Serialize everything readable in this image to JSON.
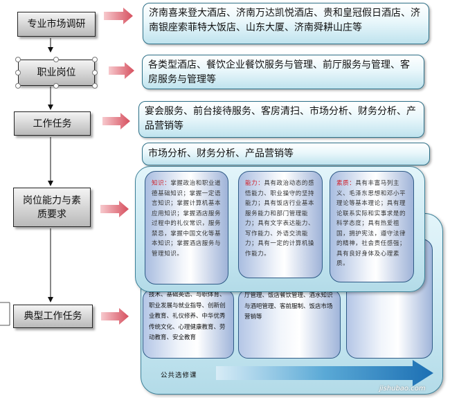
{
  "steps": [
    {
      "label": "专业市场调研"
    },
    {
      "label": "职业岗位"
    },
    {
      "label": "工作任务"
    },
    {
      "label": "岗位能力与素质要求"
    },
    {
      "label": "典型工作任务"
    }
  ],
  "contents": [
    {
      "text": "济南喜来登大酒店、济南万达凯悦酒店、贵和皇冠假日酒店、济南银座索菲特大饭店、山东大厦、济南舜耕山庄等"
    },
    {
      "text": "各类型酒店、餐饮企业餐饮服务与管理、前厅服务与管理、客房服务与管理等"
    },
    {
      "text": "宴会服务、前台接待服务、客房清扫、市场分析、财务分析、产品营销等"
    },
    {
      "text": "市场分析、财务分析、产品营销等"
    }
  ],
  "cards": {
    "knowledge": {
      "keyword": "知识：",
      "text": "掌握政治和职业道德基础知识；掌握一定语言知识；掌握计算机基本应用知识；掌握酒店服务过程中的礼仪常识，服务禁忌，掌握中国文化等基本知识；掌握酒店服务与管理知识。"
    },
    "ability": {
      "keyword": "能力：",
      "text": "具有政治动态的感悟能力、职业操守的坚持能力；具有饭店行业基本服务能力和部门管理能力；具有文字表达能力、写作能力、外语交流能力；具有一定的计算机操作能力。"
    },
    "quality": {
      "keyword": "素质：",
      "text": "具有丰富马列主义、毛泽东思想和邓小平理论等基本理论；具有理论联系实际和实事求是的科学态度；具有热爱祖国，拥护宪法，遵守法律的精神，社会责任感强；具有良好身体及心理素质。"
    }
  },
  "lower_cards": {
    "left": "技术、基础英语、与职体育、职业发展与就业指导、创新创业教育、礼仪修养、中华优秀传统文化、心理健康教育、劳动教育、安全教育",
    "middle": "厅管理、饭店餐饮管理、酒水知识与酒吧管理、客前服制、饭店市场营销等"
  },
  "public_course_label": "公共选修课",
  "watermark": "jishubao.com"
}
